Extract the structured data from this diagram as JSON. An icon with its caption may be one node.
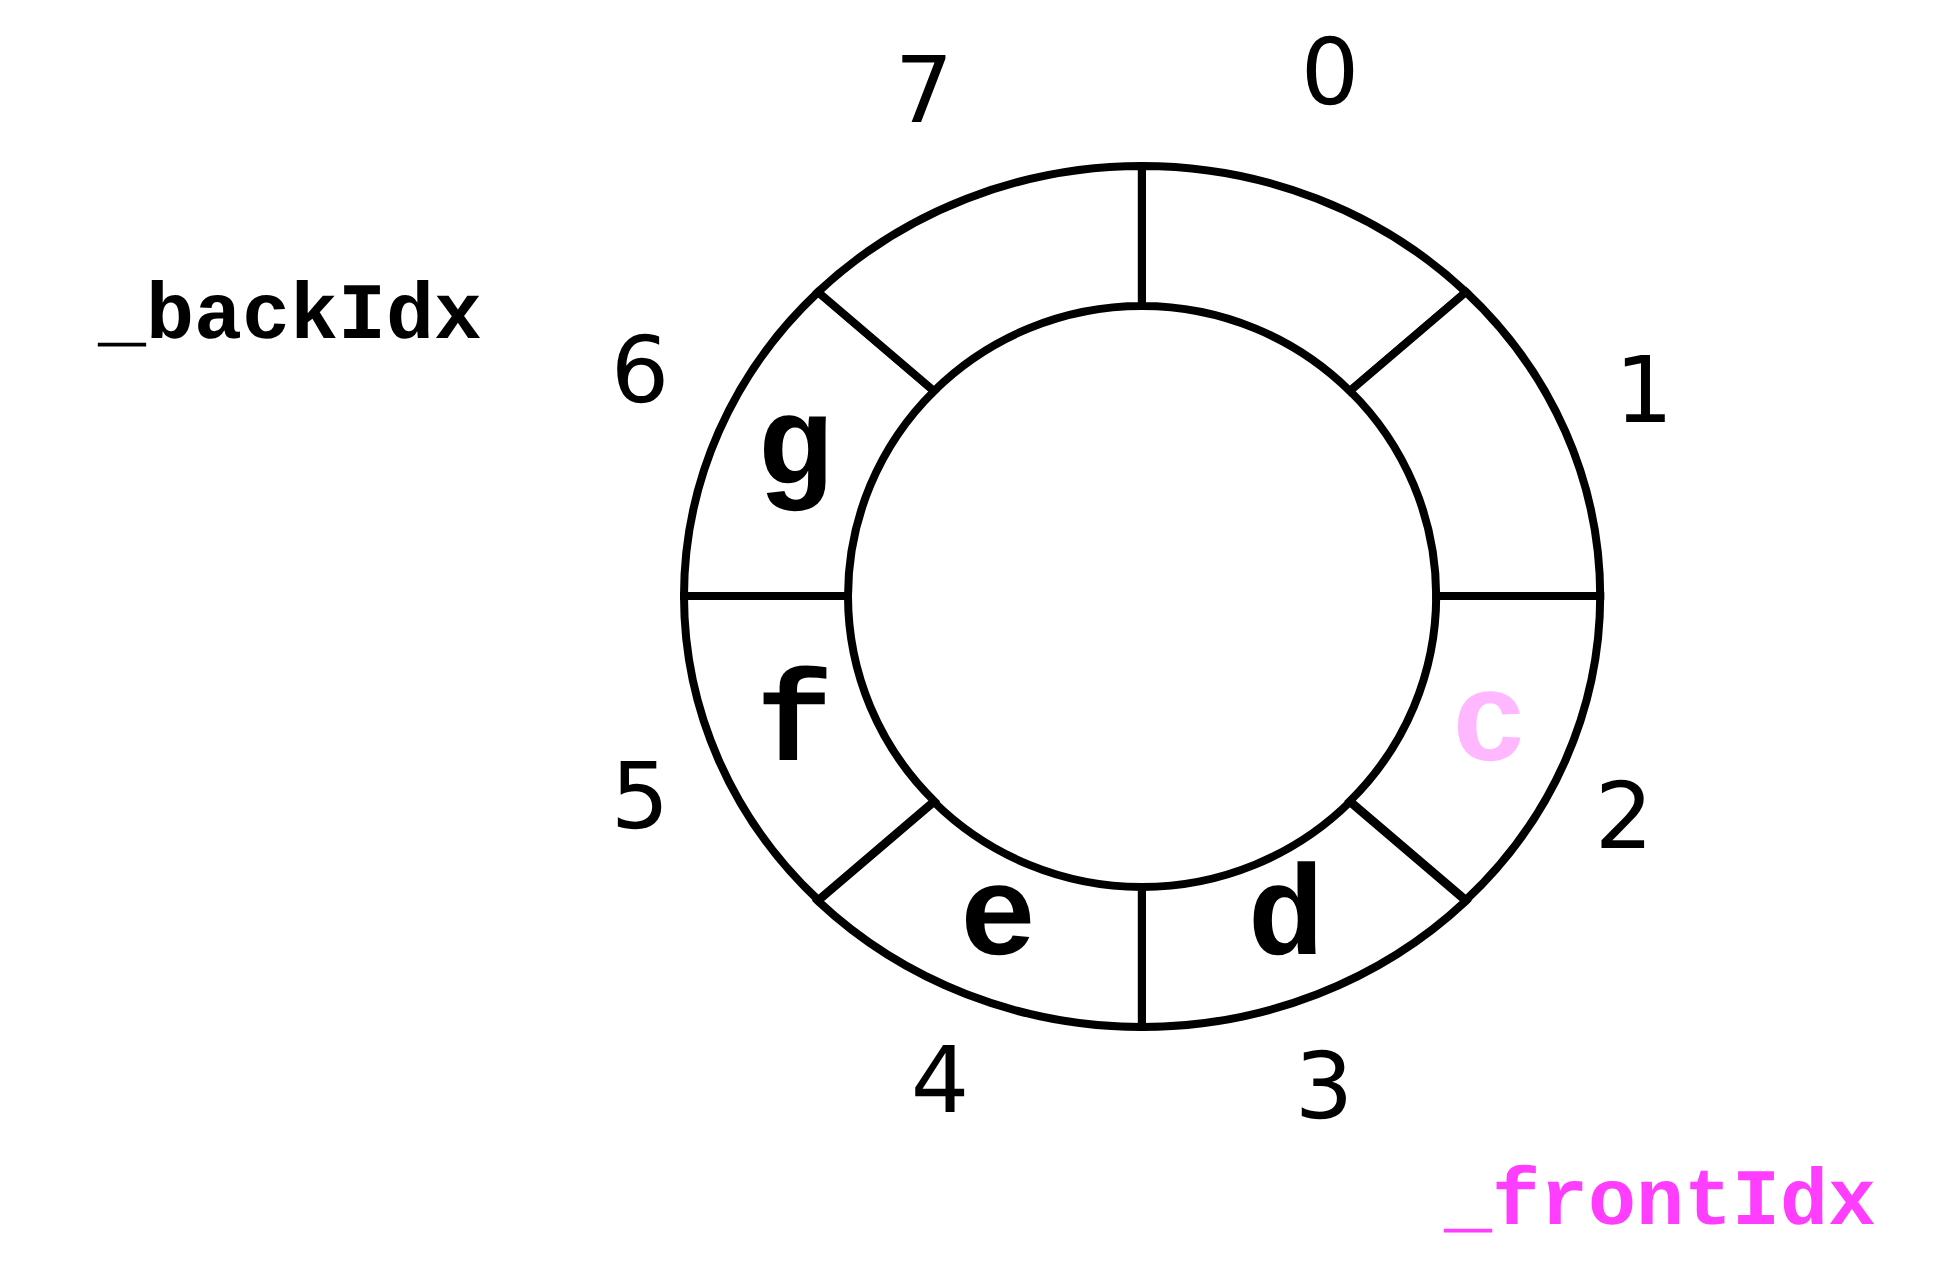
{
  "diagram": {
    "nodes": [
      {
        "text": [],
        "shape": "box"
      },
      {
        "text": [],
        "shape": "box"
      },
      {
        "text": [
          "c"
        ]
      },
      {
        "text": [
          "d"
        ]
      },
      {
        "text": [
          "e"
        ]
      },
      {
        "text": [
          "f"
        ]
      },
      {
        "text": [
          "g"
        ]
      },
      {
        "text": [],
        "shape": "box"
      }
    ],
    "labels": [
      "7",
      "0",
      "_backIdx",
      "6",
      "1",
      "5",
      "2",
      "4",
      "3",
      "_frontIdx"
    ]
  }
}
